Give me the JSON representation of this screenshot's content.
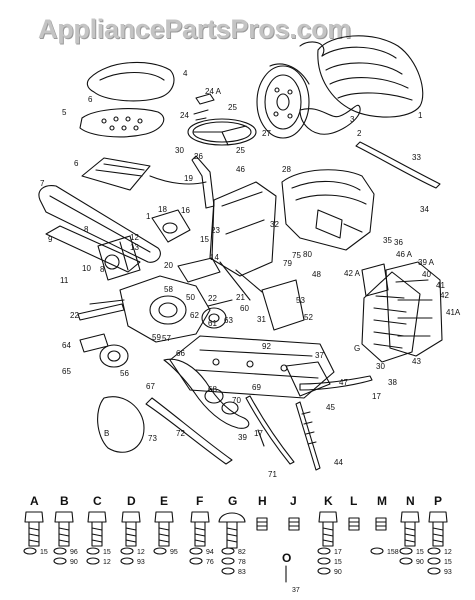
{
  "watermark": "AppliancePartsPros.com",
  "callouts": [
    {
      "id": "c4",
      "text": "4"
    },
    {
      "id": "c24a",
      "text": "24 A"
    },
    {
      "id": "c5",
      "text": "5"
    },
    {
      "id": "c6",
      "text": "6"
    },
    {
      "id": "c24",
      "text": "24"
    },
    {
      "id": "c25a",
      "text": "25"
    },
    {
      "id": "c27",
      "text": "27"
    },
    {
      "id": "c1",
      "text": "1"
    },
    {
      "id": "c3",
      "text": "3"
    },
    {
      "id": "c2",
      "text": "2"
    },
    {
      "id": "c30",
      "text": "30"
    },
    {
      "id": "c26",
      "text": "26"
    },
    {
      "id": "c25b",
      "text": "25"
    },
    {
      "id": "c33",
      "text": "33"
    },
    {
      "id": "c6b",
      "text": "6"
    },
    {
      "id": "c46",
      "text": "46"
    },
    {
      "id": "c19",
      "text": "19"
    },
    {
      "id": "c7",
      "text": "7"
    },
    {
      "id": "c28",
      "text": "28"
    },
    {
      "id": "c34",
      "text": "34"
    },
    {
      "id": "c8",
      "text": "8"
    },
    {
      "id": "c9",
      "text": "9"
    },
    {
      "id": "c18",
      "text": "18"
    },
    {
      "id": "c16",
      "text": "16"
    },
    {
      "id": "c1b",
      "text": "1"
    },
    {
      "id": "c32",
      "text": "32"
    },
    {
      "id": "c12",
      "text": "12"
    },
    {
      "id": "c13",
      "text": "13"
    },
    {
      "id": "c23",
      "text": "23"
    },
    {
      "id": "c15",
      "text": "15"
    },
    {
      "id": "c35",
      "text": "35"
    },
    {
      "id": "c36",
      "text": "36"
    },
    {
      "id": "c39a",
      "text": "39 A"
    },
    {
      "id": "c40",
      "text": "40"
    },
    {
      "id": "c41",
      "text": "41"
    },
    {
      "id": "c46a",
      "text": "46 A"
    },
    {
      "id": "c42a",
      "text": "42 A"
    },
    {
      "id": "c75",
      "text": "75"
    },
    {
      "id": "c80",
      "text": "80"
    },
    {
      "id": "c79",
      "text": "79"
    },
    {
      "id": "c48",
      "text": "48"
    },
    {
      "id": "c10",
      "text": "10"
    },
    {
      "id": "c8b",
      "text": "8"
    },
    {
      "id": "c22",
      "text": "22"
    },
    {
      "id": "c14",
      "text": "14"
    },
    {
      "id": "c20",
      "text": "20"
    },
    {
      "id": "c21",
      "text": "21"
    },
    {
      "id": "c11",
      "text": "11"
    },
    {
      "id": "c58",
      "text": "58"
    },
    {
      "id": "c50",
      "text": "50"
    },
    {
      "id": "c60",
      "text": "60"
    },
    {
      "id": "c53",
      "text": "53"
    },
    {
      "id": "c42",
      "text": "42"
    },
    {
      "id": "c41a",
      "text": "41A"
    },
    {
      "id": "c52",
      "text": "52"
    },
    {
      "id": "c22b",
      "text": "22"
    },
    {
      "id": "c31",
      "text": "31"
    },
    {
      "id": "c62",
      "text": "62"
    },
    {
      "id": "c61",
      "text": "61"
    },
    {
      "id": "c59",
      "text": "59"
    },
    {
      "id": "c63",
      "text": "63"
    },
    {
      "id": "c64",
      "text": "64"
    },
    {
      "id": "c65",
      "text": "65"
    },
    {
      "id": "c56",
      "text": "56"
    },
    {
      "id": "c57",
      "text": "57"
    },
    {
      "id": "c66",
      "text": "66"
    },
    {
      "id": "c92",
      "text": "92"
    },
    {
      "id": "c37",
      "text": "37"
    },
    {
      "id": "c43",
      "text": "43"
    },
    {
      "id": "c30b",
      "text": "30"
    },
    {
      "id": "c38",
      "text": "38"
    },
    {
      "id": "c17",
      "text": "17"
    },
    {
      "id": "c67",
      "text": "67"
    },
    {
      "id": "c68",
      "text": "68"
    },
    {
      "id": "c47",
      "text": "47"
    },
    {
      "id": "c45",
      "text": "45"
    },
    {
      "id": "c70",
      "text": "70"
    },
    {
      "id": "c69",
      "text": "69"
    },
    {
      "id": "c17b",
      "text": "17"
    },
    {
      "id": "c39",
      "text": "39"
    },
    {
      "id": "c73",
      "text": "73"
    },
    {
      "id": "c72",
      "text": "72"
    },
    {
      "id": "c71",
      "text": "71"
    },
    {
      "id": "c44",
      "text": "44"
    },
    {
      "id": "cB",
      "text": "B"
    },
    {
      "id": "cG",
      "text": "G"
    }
  ],
  "hardware": [
    {
      "letter": "A",
      "labels": [
        "15"
      ]
    },
    {
      "letter": "B",
      "labels": [
        "96",
        "90"
      ]
    },
    {
      "letter": "C",
      "labels": [
        "15",
        "12"
      ]
    },
    {
      "letter": "D",
      "labels": [
        "12",
        "93"
      ]
    },
    {
      "letter": "E",
      "labels": [
        "95"
      ]
    },
    {
      "letter": "F",
      "labels": [
        "94",
        "76"
      ]
    },
    {
      "letter": "G",
      "labels": [
        "82",
        "78",
        "83"
      ]
    },
    {
      "letter": "H",
      "labels": []
    },
    {
      "letter": "J",
      "labels": []
    },
    {
      "letter": "K",
      "labels": [
        "17",
        "15",
        "90"
      ]
    },
    {
      "letter": "L",
      "labels": []
    },
    {
      "letter": "M",
      "labels": [
        "158"
      ]
    },
    {
      "letter": "N",
      "labels": [
        "15",
        "90"
      ]
    },
    {
      "letter": "P",
      "labels": [
        "12",
        "15",
        "93"
      ]
    }
  ],
  "hardware_extra": [
    {
      "letter": "O",
      "labels": [
        "37"
      ]
    }
  ]
}
